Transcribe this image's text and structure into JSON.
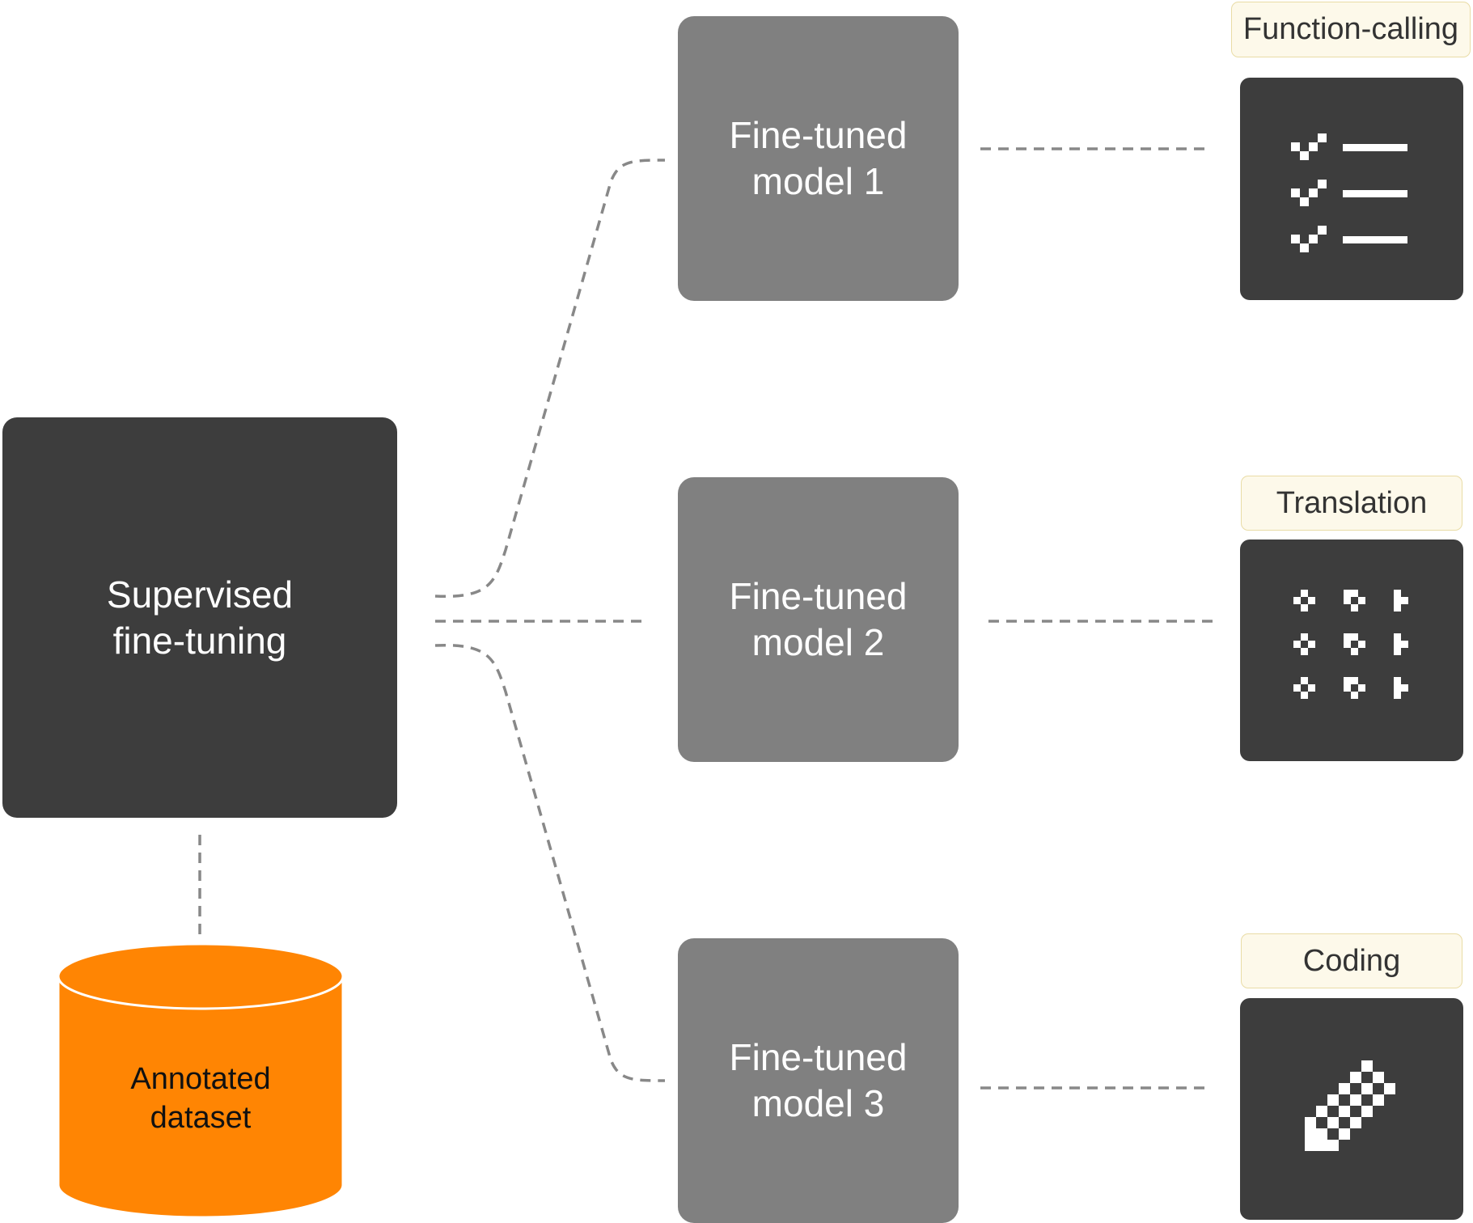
{
  "sft": {
    "line1": "Supervised",
    "line2": "fine-tuning"
  },
  "dataset": {
    "line1": "Annotated",
    "line2": "dataset",
    "color": "#ff8503"
  },
  "models": [
    {
      "line1": "Fine-tuned",
      "line2": "model 1"
    },
    {
      "line1": "Fine-tuned",
      "line2": "model 2"
    },
    {
      "line1": "Fine-tuned",
      "line2": "model 3"
    }
  ],
  "tasks": [
    {
      "label": "Function-calling",
      "icon": "checklist-icon"
    },
    {
      "label": "Translation",
      "icon": "translation-grid-icon"
    },
    {
      "label": "Coding",
      "icon": "pencil-icon"
    }
  ],
  "colors": {
    "dark_box": "#3d3d3d",
    "model_box": "#808080",
    "label_bg": "#fdf9ea",
    "connector": "#888888"
  }
}
